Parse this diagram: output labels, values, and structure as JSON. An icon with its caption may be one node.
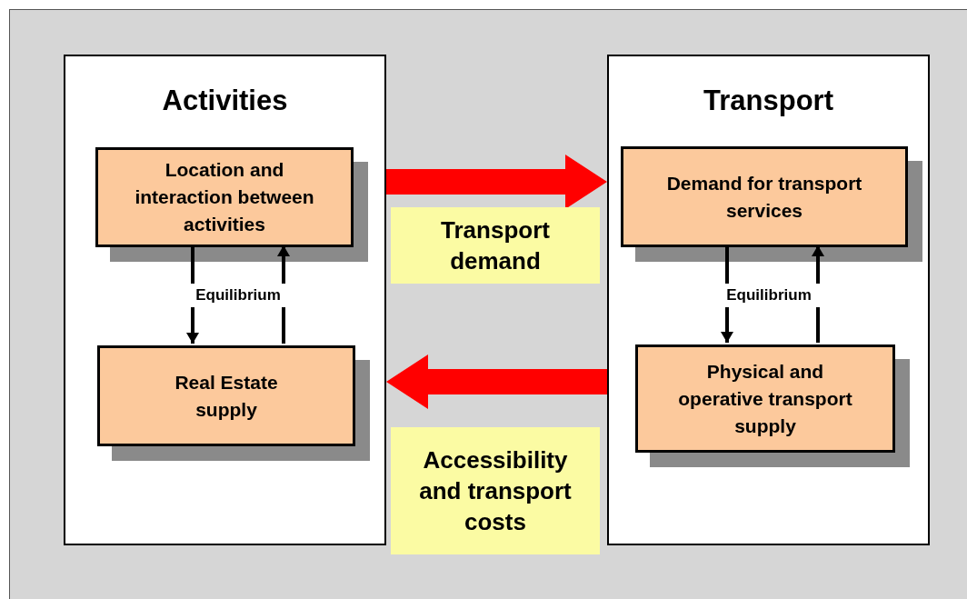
{
  "diagram": {
    "nodes": [
      {
        "text": [
          "Activities"
        ]
      },
      {
        "text": [
          "Location and interaction between activities"
        ],
        "in": 0
      },
      {
        "text": [
          "Real Estate supply"
        ],
        "in": 0
      },
      {
        "text": [
          "Transport"
        ]
      },
      {
        "text": [
          "Demand for transport services"
        ],
        "in": 3
      },
      {
        "text": [
          "Physical and operative transport supply"
        ],
        "in": 3
      }
    ],
    "edges": [
      {
        "from": 0,
        "to": 3,
        "arrow": "to",
        "label": "Transport demand",
        "style": "thick",
        "color": "#ff0000"
      },
      {
        "from": 3,
        "to": 0,
        "arrow": "to",
        "label": "Accessibility and transport costs",
        "style": "thick",
        "color": "#ff0000"
      },
      {
        "from": 1,
        "to": 2,
        "arrow": "to"
      },
      {
        "from": 2,
        "to": 1,
        "arrow": "to"
      },
      {
        "from": 4,
        "to": 5,
        "arrow": "to"
      },
      {
        "from": 5,
        "to": 4,
        "arrow": "to"
      }
    ],
    "labels": [
      "Equilibrium",
      "Equilibrium"
    ]
  }
}
